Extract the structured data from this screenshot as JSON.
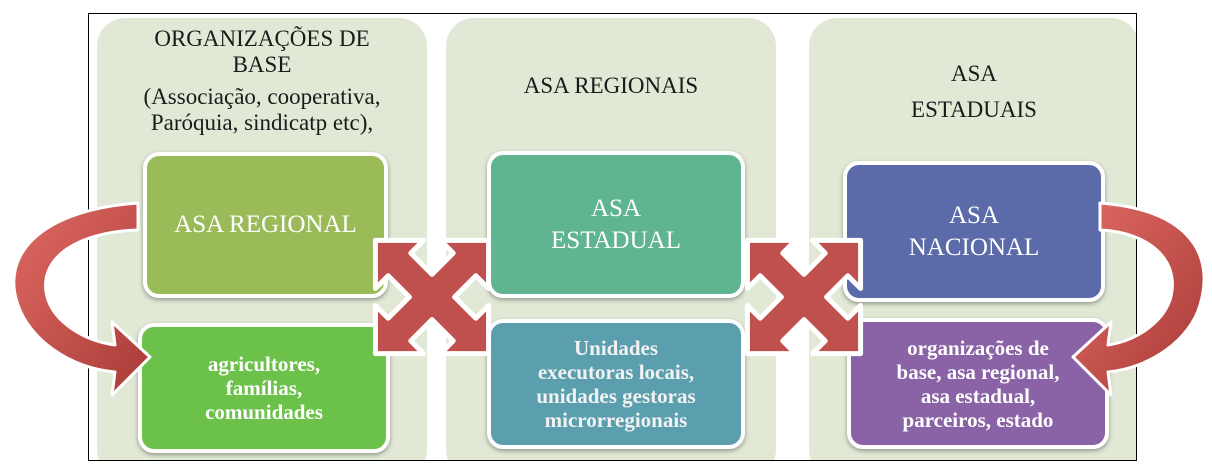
{
  "columns": [
    {
      "title_lines": [
        "ORGANIZAÇÕES DE",
        "BASE",
        "(Associação, cooperativa,",
        "Paróquia, sindicatp etc),"
      ],
      "upper_box": [
        "ASA REGIONAL"
      ],
      "lower_box": [
        "agricultores,",
        "famílias,",
        "comunidades"
      ]
    },
    {
      "title_lines": [
        "ASA REGIONAIS"
      ],
      "upper_box": [
        "ASA",
        "ESTADUAL"
      ],
      "lower_box": [
        "Unidades",
        "executoras locais,",
        "unidades gestoras",
        "microrregionais"
      ]
    },
    {
      "title_lines": [
        "ASA",
        "ESTADUAIS"
      ],
      "upper_box": [
        "ASA",
        "NACIONAL"
      ],
      "lower_box": [
        "organizações de",
        "base, asa regional,",
        "asa estadual,",
        "parceiros, estado"
      ]
    }
  ],
  "colors": {
    "column_bg": "#e1e9d6",
    "box1_upper": "#9bbb59",
    "box1_lower": "#6cc14b",
    "box2_upper": "#5fb58f",
    "box2_lower": "#5b9fae",
    "box3_upper": "#5b6aa8",
    "box3_lower": "#8a63a6",
    "arrow": "#c0504d",
    "lower_text_1": "#ffffff",
    "lower_text_2": "#f2f2f2",
    "lower_text_3": "#ffffff"
  },
  "icons": [
    "curved-arrow-down-left-icon",
    "four-way-arrow-icon",
    "four-way-arrow-icon",
    "curved-arrow-down-right-icon"
  ]
}
